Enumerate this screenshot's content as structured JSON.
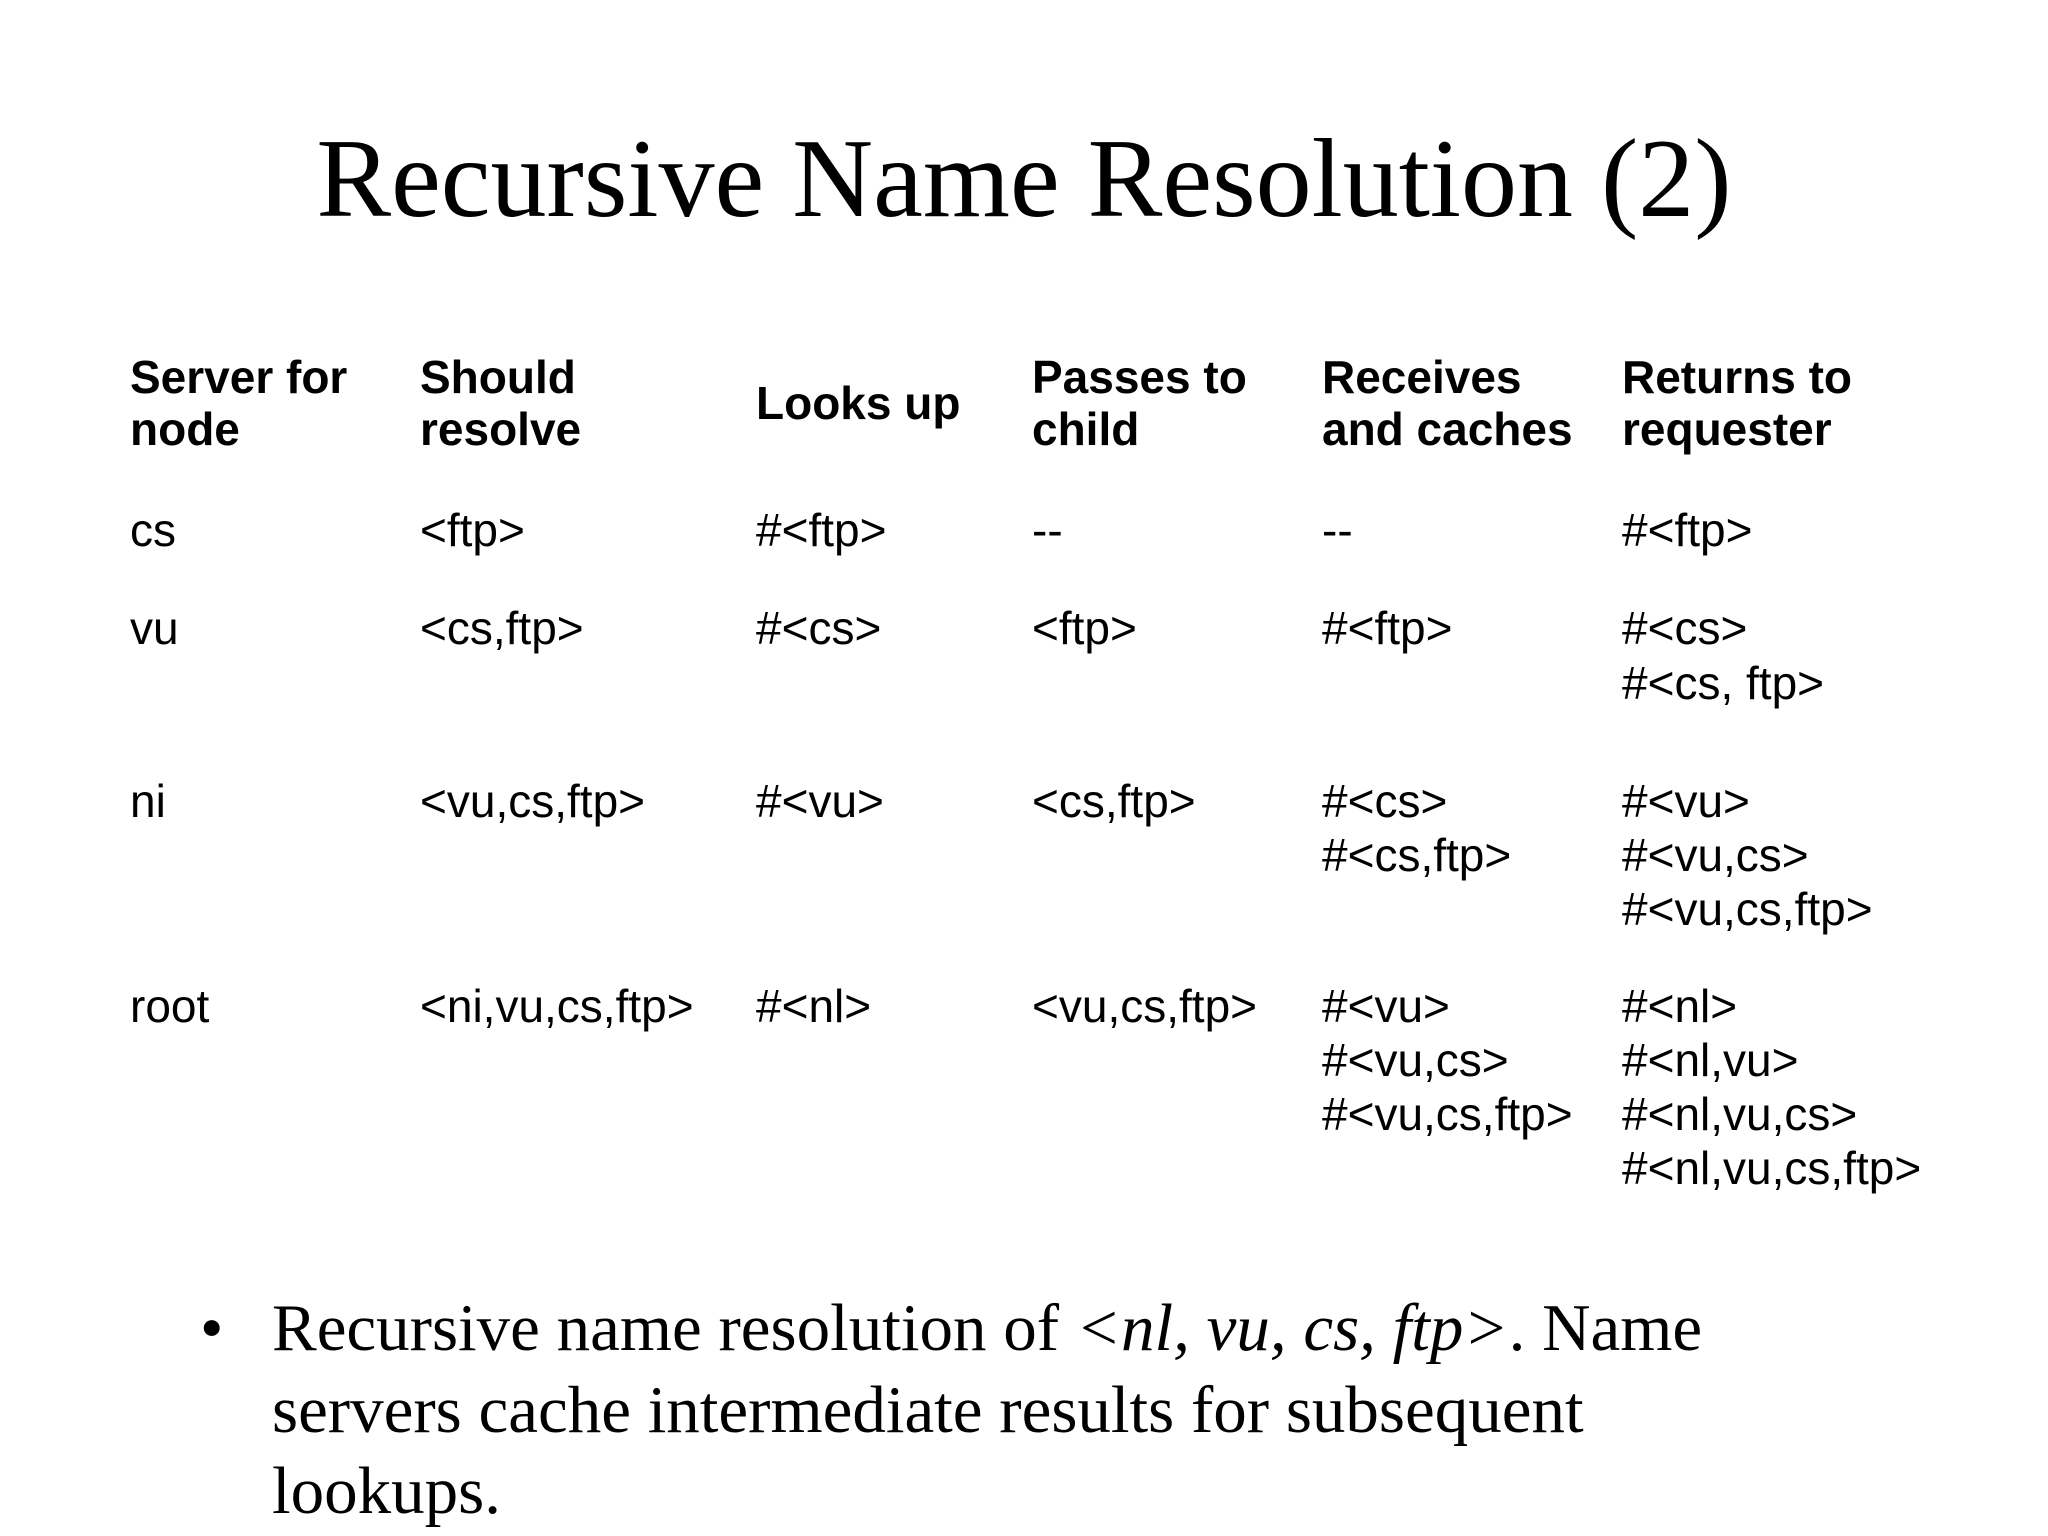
{
  "title": "Recursive Name Resolution (2)",
  "table": {
    "columns": [
      {
        "id": "server-for-node",
        "lines": [
          "Server for",
          "node"
        ]
      },
      {
        "id": "should-resolve",
        "lines": [
          "Should",
          "resolve"
        ]
      },
      {
        "id": "looks-up",
        "lines": [
          "Looks up"
        ]
      },
      {
        "id": "passes-to-child",
        "lines": [
          "Passes to",
          "child"
        ]
      },
      {
        "id": "receives-and-caches",
        "lines": [
          "Receives",
          "and caches"
        ]
      },
      {
        "id": "returns-to-requester",
        "lines": [
          "Returns to",
          "requester"
        ]
      }
    ],
    "rows": [
      {
        "id": "cs",
        "cells": [
          [
            "cs"
          ],
          [
            "<ftp>"
          ],
          [
            "#<ftp>"
          ],
          [
            "--"
          ],
          [
            "--"
          ],
          [
            "#<ftp>"
          ]
        ]
      },
      {
        "id": "vu",
        "cells": [
          [
            "vu"
          ],
          [
            "<cs,ftp>"
          ],
          [
            "#<cs>"
          ],
          [
            "<ftp>"
          ],
          [
            "#<ftp>"
          ],
          [
            "#<cs>",
            "#<cs, ftp>"
          ]
        ]
      },
      {
        "id": "ni",
        "cells": [
          [
            "ni"
          ],
          [
            "<vu,cs,ftp>"
          ],
          [
            "#<vu>"
          ],
          [
            "<cs,ftp>"
          ],
          [
            "#<cs>",
            "#<cs,ftp>"
          ],
          [
            "#<vu>",
            "#<vu,cs>",
            "#<vu,cs,ftp>"
          ]
        ]
      },
      {
        "id": "root",
        "cells": [
          [
            "root"
          ],
          [
            "<ni,vu,cs,ftp>"
          ],
          [
            "#<nl>"
          ],
          [
            "<vu,cs,ftp>"
          ],
          [
            "#<vu>",
            "#<vu,cs>",
            "#<vu,cs,ftp>"
          ],
          [
            "#<nl>",
            "#<nl,vu>",
            "#<nl,vu,cs>",
            "#<nl,vu,cs,ftp>"
          ]
        ]
      }
    ]
  },
  "bullet": {
    "marker": "•",
    "segments": [
      {
        "text": "Recursive name resolution of ",
        "italic": false
      },
      {
        "text": "<nl, vu, cs, ftp>",
        "italic": true
      },
      {
        "text": ". Name servers cache intermediate results for subsequent lookups.",
        "italic": false
      }
    ]
  },
  "colors": {
    "background": "#ffffff",
    "text": "#000000"
  }
}
